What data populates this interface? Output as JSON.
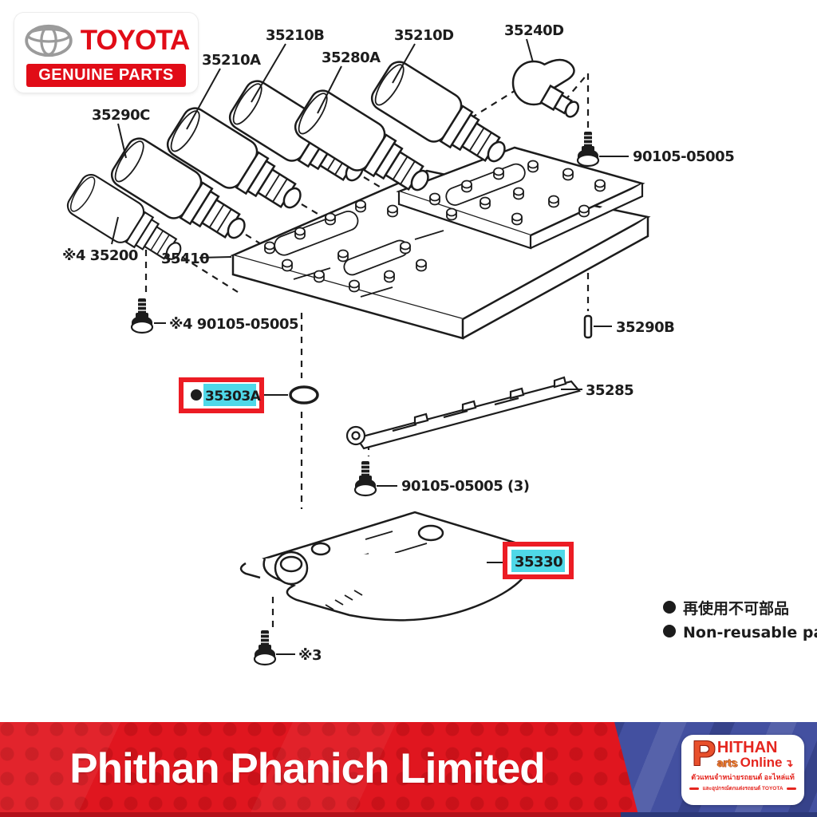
{
  "brand": {
    "name": "TOYOTA",
    "tagline": "GENUINE PARTS"
  },
  "diagram": {
    "labels": {
      "s35290C": "35290C",
      "s35210A": "35210A",
      "s35210B": "35210B",
      "s35280A": "35280A",
      "s35210D": "35210D",
      "s35240D": "35240D",
      "bolt_top_right": "90105-05005",
      "s35200": "※4 35200",
      "valve_body": "35410",
      "bolt_left": "※4 90105-05005",
      "pin": "35290B",
      "oring": "35303A",
      "retainer_plate": "35285",
      "bolt_mid": "90105-05005 (3)",
      "strainer": "35330",
      "bolt_bottom": "※3"
    },
    "legend": {
      "jp": "再使用不可部品",
      "en": "Non-reusable part"
    },
    "colors": {
      "highlight_box": "#ec1c24",
      "highlight_fill": "#4fd8e8",
      "line": "#1c1c1c"
    }
  },
  "banner": {
    "company": "Phithan Phanich Limited",
    "colors": {
      "red": "#e0161f",
      "blue": "#4350a0",
      "toyota_red": "#e10c17"
    }
  },
  "shop_logo": {
    "p": "P",
    "hithan": "HITHAN",
    "arts": "arts",
    "online": "Online",
    "swoosh": "↴",
    "thai_line1": "ตัวแทนจำหน่ายรถยนต์ อะไหล่แท้",
    "thai_line2": "และอุปกรณ์ตกแต่งรถยนต์ TOYOTA"
  }
}
